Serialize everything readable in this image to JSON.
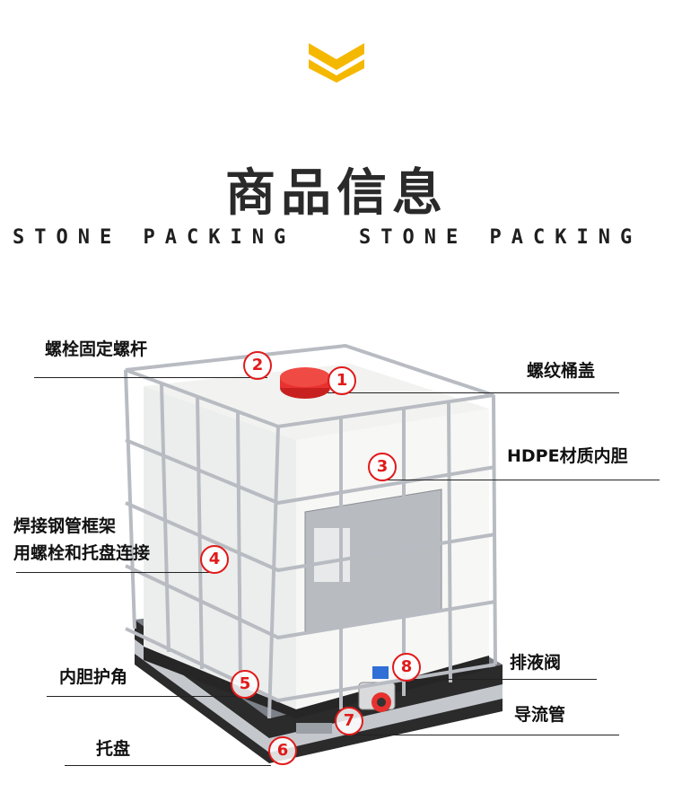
{
  "header": {
    "title": "商品信息",
    "subtitle_left": "STONE PACKING",
    "subtitle_right": "STONE PACKING",
    "chevron_color": "#F5B800"
  },
  "markers": [
    "1",
    "2",
    "3",
    "4",
    "5",
    "6",
    "7",
    "8"
  ],
  "labels": {
    "bolt": "螺栓固定螺杆",
    "lid": "螺纹桶盖",
    "liner": "HDPE材质内胆",
    "frame_line1": "焊接钢管框架",
    "frame_line2": "用螺栓和托盘连接",
    "valve": "排液阀",
    "corner": "内胆护角",
    "pipe": "导流管",
    "pallet": "托盘"
  },
  "colors": {
    "marker": "#E11A1A",
    "cap": "#E8322F",
    "frame": "#B8BCC2",
    "tank": "#F4F4F2",
    "pallet": "#2B2B2B"
  }
}
